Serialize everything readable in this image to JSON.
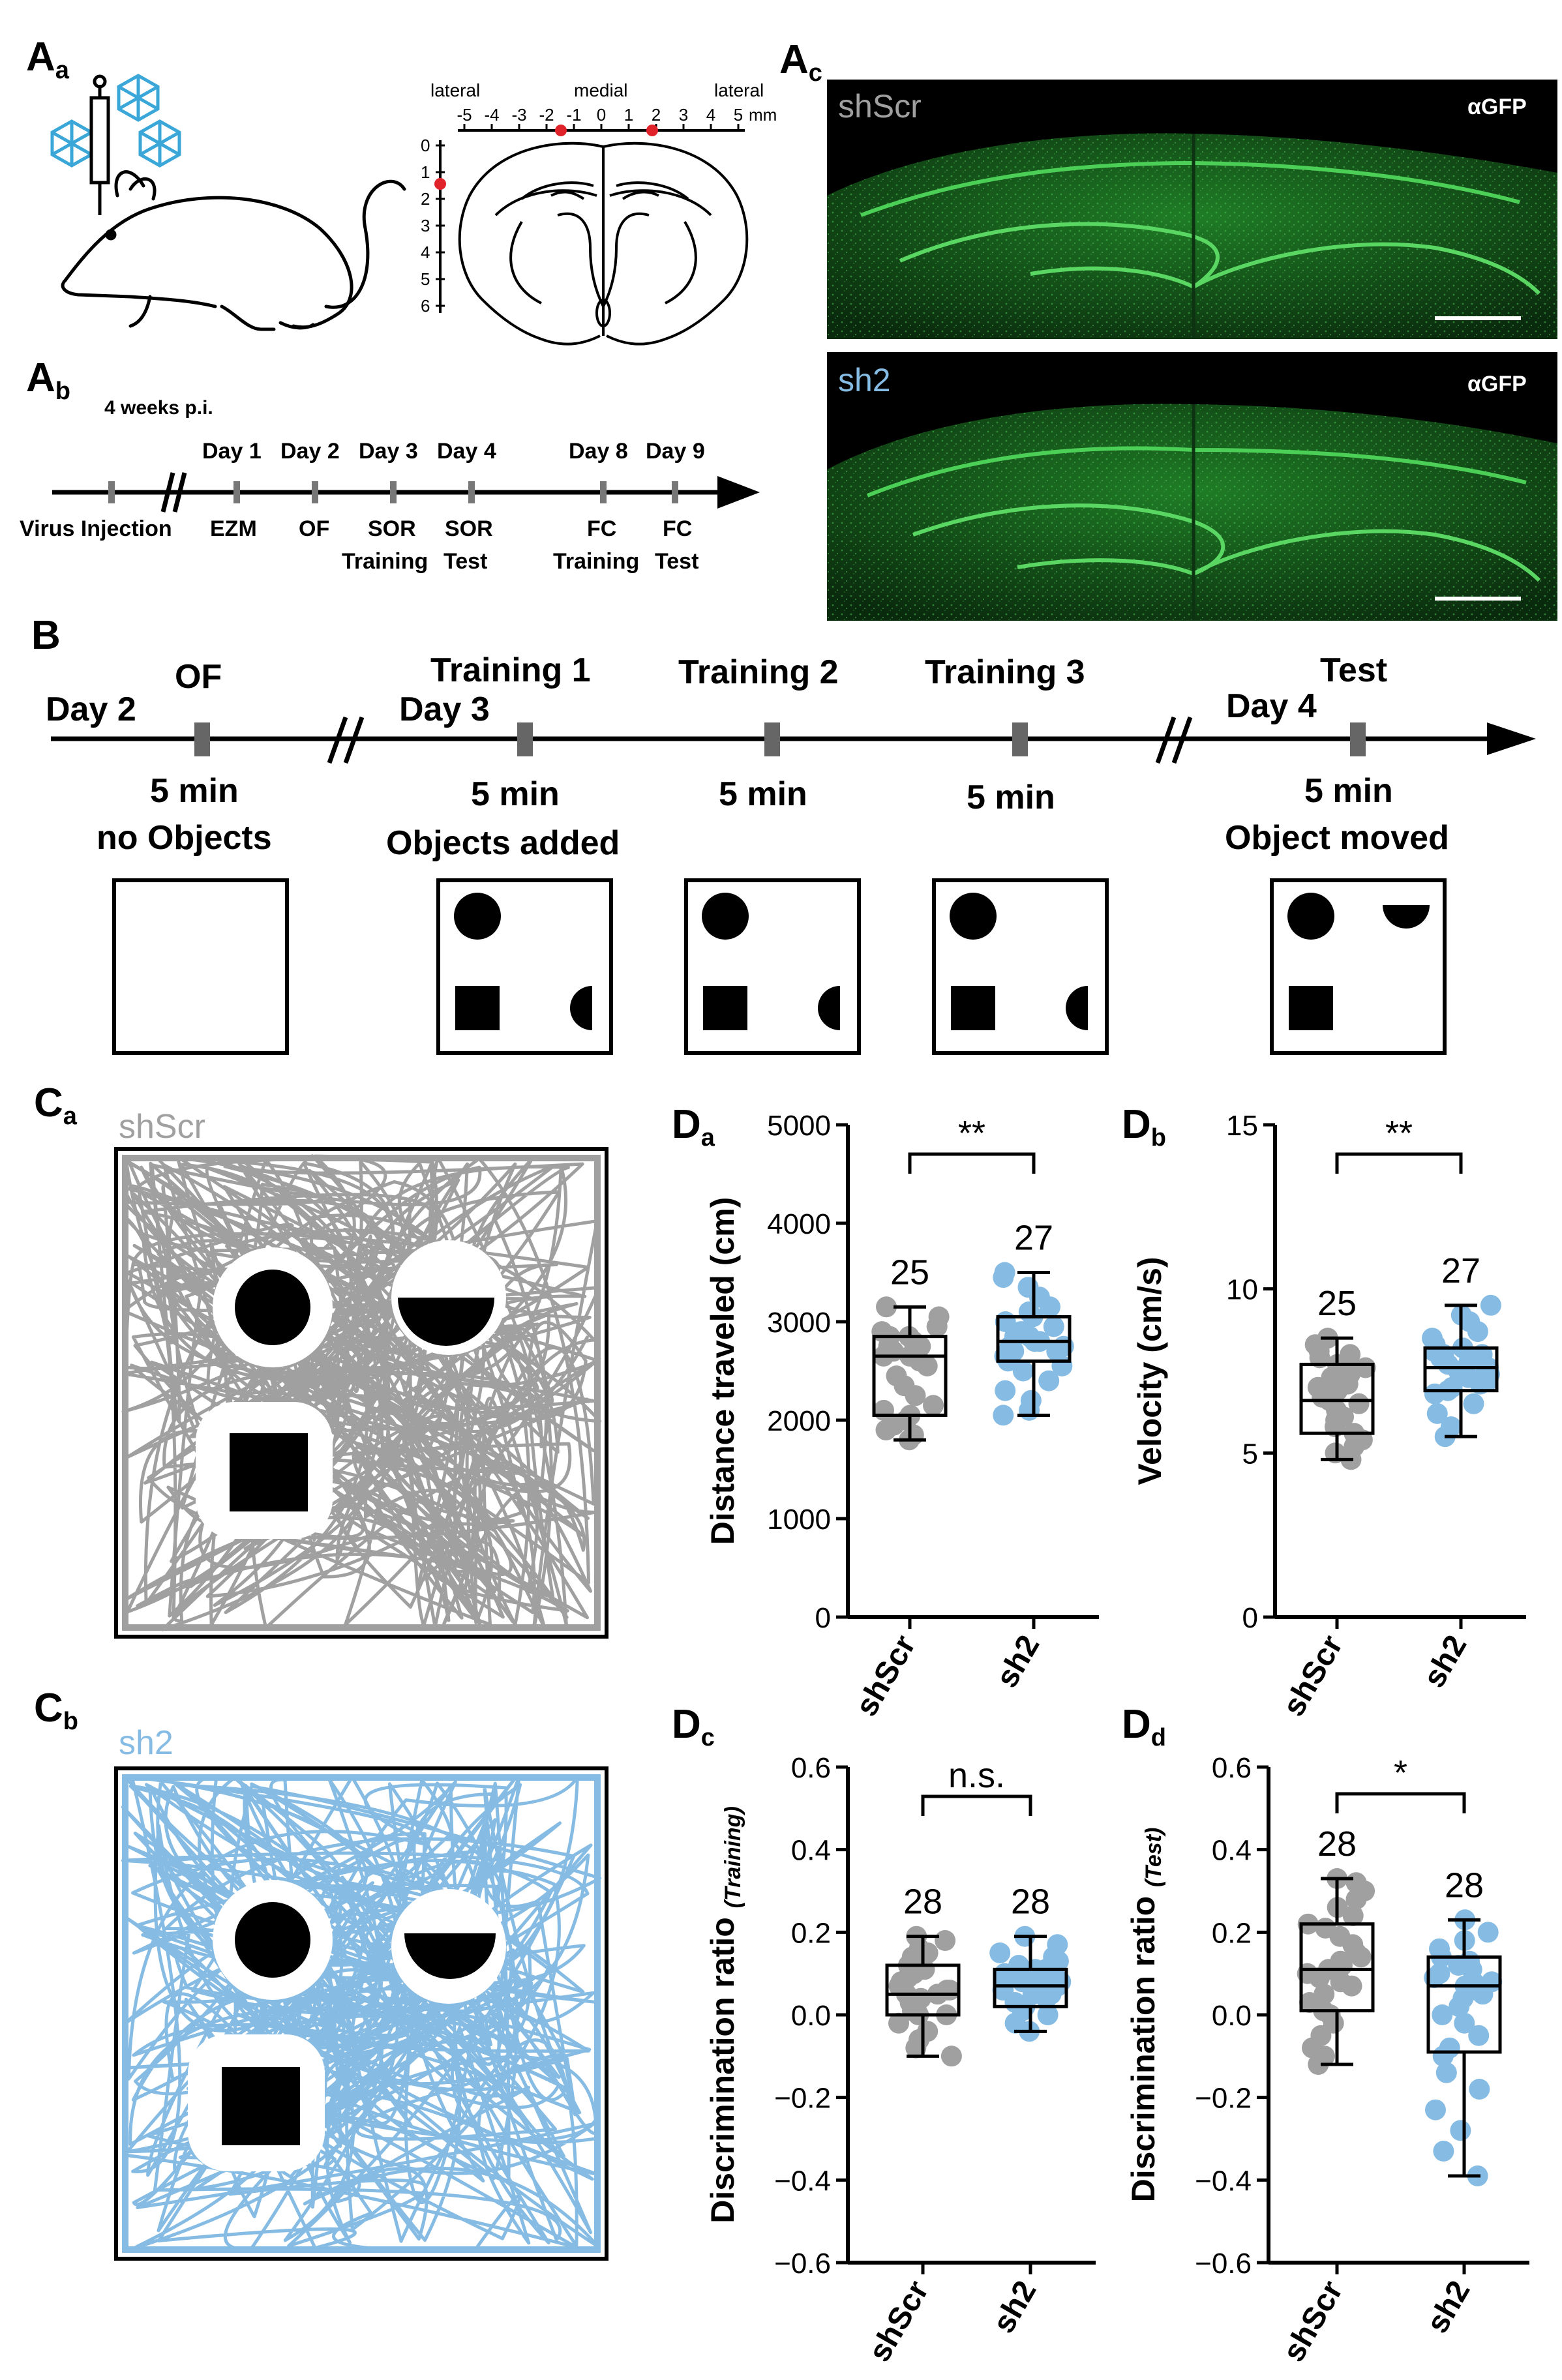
{
  "colors": {
    "scr": "#a0a0a0",
    "sh2": "#86bce3",
    "green": "#2fa93a",
    "red": "#e0222a",
    "black": "#000000"
  },
  "panel_a": {
    "label_a": "A",
    "sub_a": "a",
    "label_b": "A",
    "sub_b": "b",
    "label_c": "A",
    "sub_c": "c",
    "coords": {
      "lateral_left": "lateral",
      "medial": "medial",
      "lateral_right": "lateral",
      "ml_ticks": [
        "-5",
        "-4",
        "-3",
        "-2",
        "-1",
        "0",
        "1",
        "2",
        "3",
        "4",
        "5"
      ],
      "ml_unit": "mm",
      "dv_ticks": [
        "0",
        "1",
        "2",
        "3",
        "4",
        "5",
        "6"
      ]
    },
    "image_labels": {
      "top_group": "shScr",
      "top_stain": "αGFP",
      "bottom_group": "sh2",
      "bottom_stain": "αGFP"
    },
    "timeline": {
      "header": "4 weeks p.i.",
      "days": [
        "Day 1",
        "Day 2",
        "Day 3",
        "Day 4",
        "Day 8",
        "Day 9"
      ],
      "events": [
        "Virus Injection",
        "EZM",
        "OF",
        "SOR",
        "SOR",
        "FC",
        "FC"
      ],
      "subevents": [
        "Training",
        "Test",
        "Training",
        "Test"
      ]
    }
  },
  "panel_b": {
    "label": "B",
    "day2": "Day 2",
    "day3": "Day 3",
    "day4": "Day 4",
    "stages": [
      {
        "name": "OF",
        "duration": "5 min",
        "desc": "no Objects"
      },
      {
        "name": "Training 1",
        "duration": "5 min",
        "desc": "Objects added"
      },
      {
        "name": "Training 2",
        "duration": "5 min",
        "desc": ""
      },
      {
        "name": "Training 3",
        "duration": "5 min",
        "desc": ""
      },
      {
        "name": "Test",
        "duration": "5 min",
        "desc": "Object moved"
      }
    ]
  },
  "panel_c": {
    "label_a": "C",
    "sub_a": "a",
    "group_a": "shScr",
    "label_b": "C",
    "sub_b": "b",
    "group_b": "sh2"
  },
  "panel_d": {
    "label": "D",
    "groups": [
      "shScr",
      "sh2"
    ],
    "chart_data": [
      {
        "type": "box",
        "sub": "a",
        "ylabel": "Distance traveled (cm)",
        "ylabel_italic": "",
        "ylim": [
          0,
          5000
        ],
        "yticks": [
          "0",
          "1000",
          "2000",
          "3000",
          "4000",
          "5000"
        ],
        "significance": "**",
        "n": [
          "25",
          "27"
        ],
        "boxes": [
          {
            "group": "shScr",
            "min": 1800,
            "q1": 2050,
            "median": 2650,
            "q3": 2850,
            "max": 3150
          },
          {
            "group": "sh2",
            "min": 2050,
            "q1": 2600,
            "median": 2800,
            "q3": 3050,
            "max": 3500
          }
        ],
        "points": [
          [
            1800,
            1850,
            1900,
            1950,
            2000,
            2050,
            2100,
            2150,
            2250,
            2350,
            2450,
            2550,
            2600,
            2650,
            2650,
            2700,
            2750,
            2750,
            2800,
            2850,
            2850,
            2900,
            2950,
            3050,
            3150
          ],
          [
            2050,
            2100,
            2200,
            2300,
            2400,
            2500,
            2550,
            2600,
            2650,
            2700,
            2700,
            2750,
            2750,
            2800,
            2800,
            2850,
            2850,
            2900,
            2950,
            3000,
            3050,
            3100,
            3150,
            3250,
            3350,
            3450,
            3500
          ]
        ]
      },
      {
        "type": "box",
        "sub": "b",
        "ylabel": "Velocity (cm/s)",
        "ylabel_italic": "",
        "ylim": [
          0,
          15
        ],
        "yticks": [
          "0",
          "5",
          "10",
          "15"
        ],
        "significance": "**",
        "n": [
          "25",
          "27"
        ],
        "boxes": [
          {
            "group": "shScr",
            "min": 4.8,
            "q1": 5.6,
            "median": 6.6,
            "q3": 7.7,
            "max": 8.5
          },
          {
            "group": "sh2",
            "min": 5.5,
            "q1": 6.9,
            "median": 7.6,
            "q3": 8.2,
            "max": 9.5
          }
        ],
        "points": [
          [
            4.8,
            5.0,
            5.2,
            5.4,
            5.6,
            5.8,
            6.0,
            6.1,
            6.3,
            6.5,
            6.6,
            6.7,
            6.8,
            6.9,
            7.0,
            7.1,
            7.3,
            7.4,
            7.6,
            7.7,
            7.9,
            8.0,
            8.1,
            8.3,
            8.5
          ],
          [
            5.5,
            5.8,
            6.2,
            6.5,
            6.8,
            6.9,
            7.0,
            7.1,
            7.2,
            7.3,
            7.4,
            7.5,
            7.5,
            7.6,
            7.7,
            7.8,
            7.9,
            8.0,
            8.0,
            8.1,
            8.2,
            8.3,
            8.5,
            8.7,
            9.0,
            9.2,
            9.5
          ]
        ]
      },
      {
        "type": "box",
        "sub": "c",
        "ylabel": "Discrimination ratio ",
        "ylabel_italic": "(Training)",
        "ylim": [
          -0.6,
          0.6
        ],
        "yticks": [
          "−0.6",
          "−0.4",
          "−0.2",
          "0.0",
          "0.2",
          "0.4",
          "0.6"
        ],
        "significance": "n.s.",
        "n": [
          "28",
          "28"
        ],
        "boxes": [
          {
            "group": "shScr",
            "min": -0.1,
            "q1": 0.0,
            "median": 0.05,
            "q3": 0.12,
            "max": 0.19
          },
          {
            "group": "sh2",
            "min": -0.04,
            "q1": 0.02,
            "median": 0.07,
            "q3": 0.11,
            "max": 0.19
          }
        ],
        "points": [
          [
            -0.1,
            -0.08,
            -0.06,
            -0.04,
            -0.02,
            0.0,
            0.0,
            0.01,
            0.02,
            0.03,
            0.04,
            0.05,
            0.05,
            0.06,
            0.06,
            0.07,
            0.08,
            0.09,
            0.1,
            0.11,
            0.12,
            0.12,
            0.13,
            0.14,
            0.15,
            0.16,
            0.18,
            0.19
          ],
          [
            -0.04,
            -0.02,
            0.0,
            0.01,
            0.02,
            0.03,
            0.04,
            0.05,
            0.05,
            0.06,
            0.06,
            0.07,
            0.07,
            0.08,
            0.08,
            0.08,
            0.09,
            0.09,
            0.1,
            0.1,
            0.11,
            0.11,
            0.12,
            0.13,
            0.14,
            0.15,
            0.17,
            0.19
          ]
        ]
      },
      {
        "type": "box",
        "sub": "d",
        "ylabel": "Discrimination ratio ",
        "ylabel_italic": "(Test)",
        "ylim": [
          -0.6,
          0.6
        ],
        "yticks": [
          "−0.6",
          "−0.4",
          "−0.2",
          "0.0",
          "0.2",
          "0.4",
          "0.6"
        ],
        "significance": "*",
        "n": [
          "28",
          "28"
        ],
        "boxes": [
          {
            "group": "shScr",
            "min": -0.12,
            "q1": 0.01,
            "median": 0.11,
            "q3": 0.22,
            "max": 0.33
          },
          {
            "group": "sh2",
            "min": -0.39,
            "q1": -0.09,
            "median": 0.07,
            "q3": 0.14,
            "max": 0.23
          }
        ],
        "points": [
          [
            -0.12,
            -0.1,
            -0.08,
            -0.05,
            -0.02,
            0.0,
            0.01,
            0.03,
            0.05,
            0.07,
            0.08,
            0.09,
            0.1,
            0.11,
            0.12,
            0.13,
            0.14,
            0.15,
            0.17,
            0.19,
            0.21,
            0.22,
            0.24,
            0.26,
            0.28,
            0.3,
            0.32,
            0.33
          ],
          [
            -0.39,
            -0.33,
            -0.28,
            -0.23,
            -0.18,
            -0.14,
            -0.1,
            -0.08,
            -0.05,
            -0.02,
            0.0,
            0.02,
            0.04,
            0.05,
            0.06,
            0.07,
            0.08,
            0.08,
            0.09,
            0.1,
            0.11,
            0.12,
            0.13,
            0.14,
            0.16,
            0.18,
            0.2,
            0.23
          ]
        ]
      }
    ]
  }
}
